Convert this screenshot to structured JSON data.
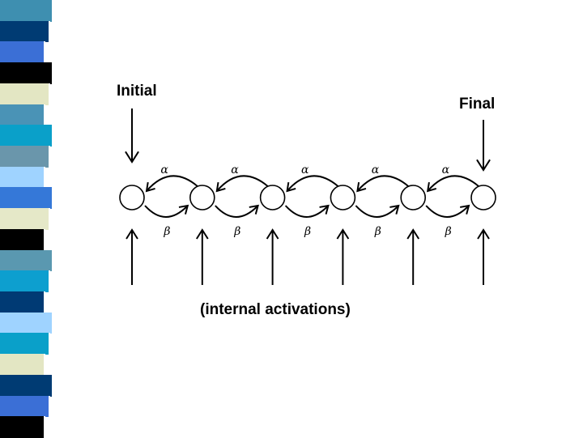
{
  "labels": {
    "initial": "Initial",
    "final": "Final",
    "internal": "(internal activations)"
  },
  "symbols": {
    "alpha": "α",
    "beta": "β"
  },
  "node_count": 6,
  "colors": {
    "stroke": "#000000",
    "node_fill": "#ffffff",
    "strip": [
      "#3e8fb0",
      "#003b73",
      "#3b6fd6",
      "#000000",
      "#e3e6c3",
      "#4a93b6",
      "#0aa0c9",
      "#6a96ab",
      "#9fd3ff",
      "#3578d8",
      "#e5e8c8",
      "#000000",
      "#5a98b0",
      "#0d9fcf",
      "#003a74",
      "#9fd3ff",
      "#0aa0c9",
      "#e3e6c3",
      "#003b73",
      "#3b6fd6",
      "#000000"
    ]
  }
}
